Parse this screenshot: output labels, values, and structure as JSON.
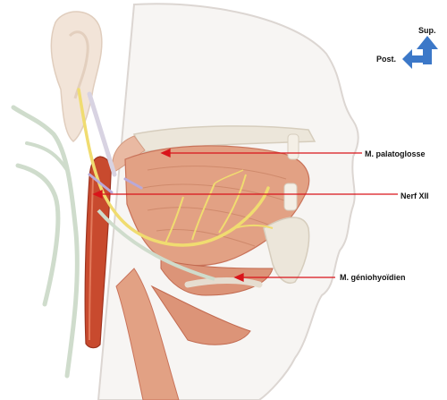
{
  "orientation": {
    "superior_label": "Sup.",
    "posterior_label": "Post.",
    "arrow_color": "#3c78c8"
  },
  "labels": [
    {
      "id": "palatoglossus",
      "text": "M. palatoglosse"
    },
    {
      "id": "hypoglossal-nerve",
      "text": "Nerf XII"
    },
    {
      "id": "geniohyoid",
      "text": "M. géniohyoïdien"
    }
  ],
  "colors": {
    "pointer_line": "#d9141a",
    "muscle": "#e2a184",
    "muscle_dark": "#c9735a",
    "nerve": "#f0dc70",
    "vessel": "#c84a2e",
    "skin_outline": "#d9d4d0",
    "bone": "#ece6da"
  }
}
